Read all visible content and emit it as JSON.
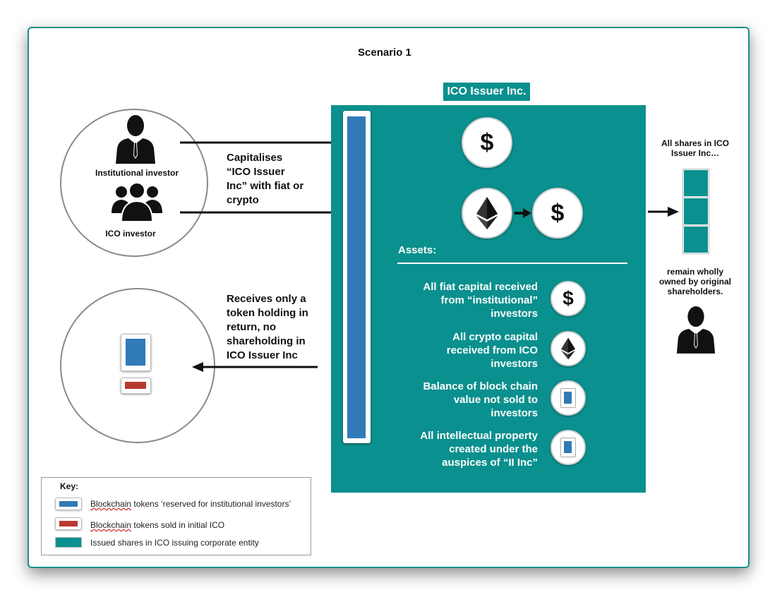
{
  "title": "Scenario 1",
  "issuer_label": "ICO Issuer Inc.",
  "institutional_label": "Institutional investor",
  "ico_investor_label": "ICO investor",
  "capitalises_note": [
    "Capitalises",
    "“ICO Issuer",
    "Inc” with fiat or",
    "crypto"
  ],
  "receives_note": [
    "Receives only a",
    "token holding in",
    "return, no",
    "shareholding in",
    "ICO Issuer Inc"
  ],
  "dollar_symbol": "$",
  "assets_title": "Assets:",
  "assets": [
    {
      "lines": [
        "All fiat capital received",
        "from “institutional”",
        "investors"
      ],
      "icon": "dollar-icon"
    },
    {
      "lines": [
        "All crypto capital",
        "received from ICO",
        "investors"
      ],
      "icon": "ethereum-icon"
    },
    {
      "lines": [
        "Balance of block chain",
        "value not sold to",
        "investors"
      ],
      "icon": "token-icon"
    },
    {
      "lines": [
        "All intellectual property",
        "created under the",
        "auspices of “II Inc”"
      ],
      "icon": "token-icon"
    }
  ],
  "shares_top_note": [
    "All shares in ICO",
    "Issuer Inc…"
  ],
  "shares_bottom_note": [
    "remain wholly",
    "owned by original",
    "shareholders."
  ],
  "key": {
    "title": "Key:",
    "items": [
      {
        "pre": "Blockchain",
        "rest": " tokens ‘reserved for institutional investors’",
        "color": "#2f7ab7"
      },
      {
        "pre": "Blockchain",
        "rest": " tokens sold in initial ICO",
        "color": "#b83a2e"
      },
      {
        "pre": "",
        "rest": "Issued shares in ICO issuing corporate entity",
        "color": "#0a908e"
      }
    ]
  },
  "colors": {
    "teal": "#0a908e",
    "token_blue": "#2f7ab7",
    "token_red": "#b83a2e"
  }
}
